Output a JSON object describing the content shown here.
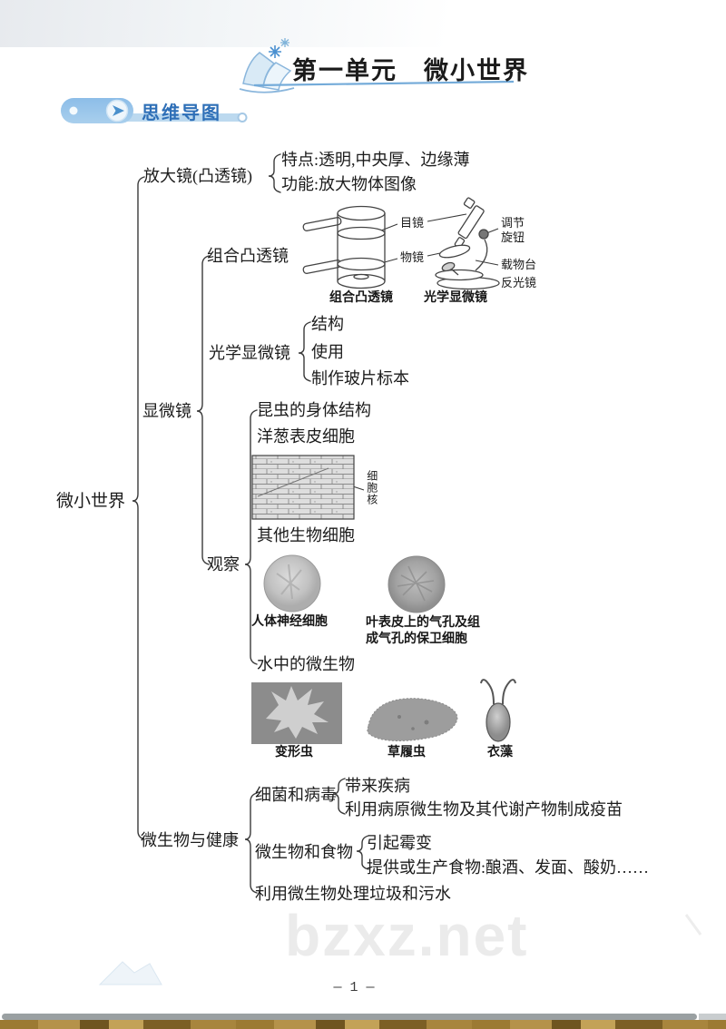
{
  "header": {
    "unit_title": "第一单元　微小世界",
    "badge_label": "思维导图"
  },
  "footer": {
    "page_number": "— 1 —",
    "watermark": "bzxz.net"
  },
  "colors": {
    "accent_blue": "#2e6fb7",
    "underline_blue": "#74abd9",
    "badge_fill": "#8fc0e8",
    "watermark_gray": "#ebebeb",
    "ink": "#3a3a3a"
  },
  "mindmap": {
    "root": "微小世界",
    "magnifier": {
      "label": "放大镜(凸透镜)",
      "feature": "特点:透明,中央厚、边缘薄",
      "function": "功能:放大物体图像"
    },
    "microscope": {
      "label": "显微镜",
      "combined_lens_label": "组合凸透镜",
      "optical": {
        "label": "光学显微镜",
        "items": [
          "结构",
          "使用",
          "制作玻片标本"
        ]
      },
      "observe": {
        "label": "观察",
        "insect": "昆虫的身体结构",
        "onion": "洋葱表皮细胞",
        "other_cells": "其他生物细胞",
        "water_microbes": "水中的微生物"
      }
    },
    "health": {
      "label": "微生物与健康",
      "bacteria_virus": {
        "label": "细菌和病毒",
        "items": [
          "带来疾病",
          "利用病原微生物及其代谢产物制成疫苗"
        ]
      },
      "microbe_food": {
        "label": "微生物和食物",
        "items": [
          "引起霉变",
          "提供或生产食物:酿酒、发面、酸奶……"
        ]
      },
      "sewage": "利用微生物处理垃圾和污水"
    }
  },
  "figures": {
    "combined_lens": {
      "caption": "组合凸透镜",
      "eyepiece_label": "目镜",
      "objective_label": "物镜"
    },
    "optical_microscope": {
      "caption": "光学显微镜",
      "knob_line1": "调节",
      "knob_line2": "旋钮",
      "stage_label": "载物台",
      "mirror_label": "反光镜"
    },
    "onion_cells": {
      "nucleus_label": "细胞核"
    },
    "nerve_cell": {
      "caption": "人体神经细胞"
    },
    "stomata": {
      "caption_line1": "叶表皮上的气孔及组",
      "caption_line2": "成气孔的保卫细胞"
    },
    "amoeba": {
      "caption": "变形虫"
    },
    "paramecium": {
      "caption": "草履虫"
    },
    "chlamydomonas": {
      "caption": "衣藻"
    }
  }
}
